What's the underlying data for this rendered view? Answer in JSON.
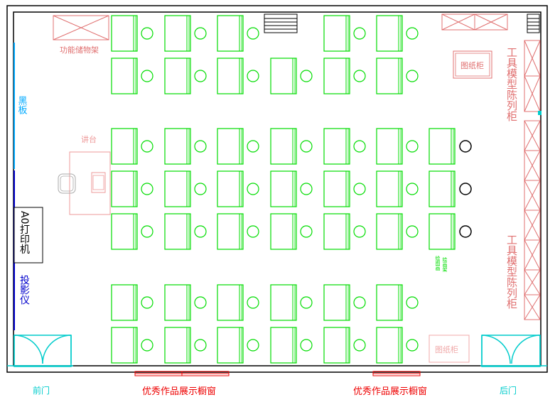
{
  "labels": {
    "functional_shelf": "功能储物架",
    "blackboard": "黑板",
    "podium": "讲台",
    "a0_printer": "A0打印机",
    "projector": "投影仪",
    "drawing_cabinet_top": "图纸柜",
    "drawing_cabinet_bottom": "图纸柜",
    "tool_model_cabinet_top": "工具模型陈列柜",
    "tool_model_cabinet_bottom": "工具模型陈列柜",
    "easel_line1": "绘图画",
    "easel_line2": "绘画架",
    "front_door": "前门",
    "back_door": "后门",
    "showcase_left": "优秀作品展示橱窗",
    "showcase_right": "优秀作品展示橱窗"
  },
  "layout": {
    "desk_columns": 7,
    "desk_rows": 7,
    "easel_stools": 3
  },
  "colors": {
    "wall": "#000000",
    "desk": "#00dd00",
    "furniture": "#e07070",
    "door": "#00cccc",
    "blackboard": "#00aaff",
    "projector": "#0000cc",
    "showcase": "#ee0000",
    "podium": "#ee9999"
  }
}
